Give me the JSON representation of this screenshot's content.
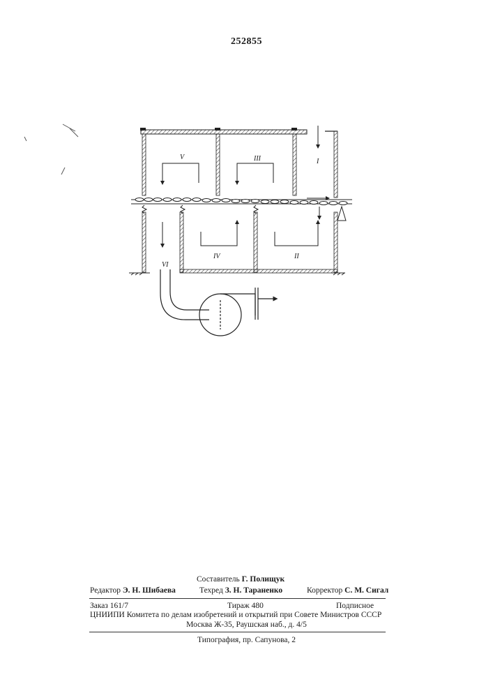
{
  "patent_number": "252855",
  "drawing": {
    "labels": {
      "I": "I",
      "II": "II",
      "III": "III",
      "IV": "IV",
      "V": "V",
      "VI": "VI"
    }
  },
  "footer": {
    "compiler_label": "Составитель",
    "compiler_name": "Г. Полищук",
    "editor_label": "Редактор",
    "editor_name": "Э. Н. Шибаева",
    "techred_label": "Техред",
    "techred_name": "З. Н. Тараненко",
    "corrector_label": "Корректор",
    "corrector_name": "С. М. Сигал",
    "order": "Заказ 161/7",
    "circulation": "Тираж 480",
    "subscription": "Подписное",
    "institute": "ЦНИИПИ Комитета по делам изобретений и открытий при Совете Министров СССР",
    "address": "Москва Ж-35, Раушская наб., д. 4/5",
    "printing": "Типография, пр. Сапунова, 2"
  }
}
